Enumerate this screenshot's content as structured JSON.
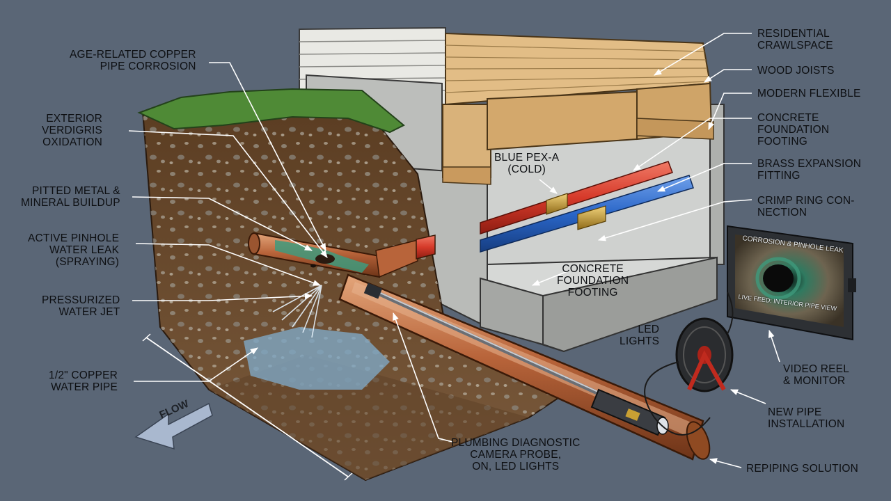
{
  "labels": {
    "age_related": "AGE-RELATED COPPER\nPIPE CORROSION",
    "exterior": "EXTERIOR\nVERDIGRIS\nOXIDATION",
    "pitted": "PITTED METAL &\nMINERAL BUILDUP",
    "active_leak": "ACTIVE PINHOLE\nWATER LEAK\n(SPRAYING)",
    "pressurized": "PRESSURIZED\nWATER JET",
    "copper_pipe": "1/2\" COPPER\nWATER PIPE",
    "flow": "FLOW",
    "residential": "RESIDENTIAL\nCRAWLSPACE",
    "wood_joists": "WOOD JOISTS",
    "modern_flexible": "MODERN FLEXIBLE",
    "concrete_top": "CONCRETE\nFOUNDATION\nFOOTING",
    "brass": "BRASS EXPANSION\nFITTING",
    "crimp": "CRIMP RING CON-\nNECTION",
    "blue_pex": "BLUE PEX-A\n(COLD)",
    "concrete_mid": "CONCRETE\nFOUNDATION\nFOOTING",
    "led_lights": "LED\nLIGHTS",
    "video_reel": "VIDEO REEL\n& MONITOR",
    "new_pipe": "NEW PIPE\nINSTALLATION",
    "repiping": "REPIPING SOLUTION",
    "camera_probe": "PLUMBING DIAGNOSTIC\nCAMERA PROBE,\nON, LED LIGHTS"
  },
  "monitor": {
    "title": "CORROSION & PINHOLE LEAK",
    "feed": "LIVE FEED: INTERIOR PIPE VIEW"
  },
  "colors": {
    "background": "#5a6676",
    "copper": "#b8643a",
    "verdigris": "#3f9a7c",
    "pex_red": "#d63a2a",
    "pex_blue": "#2a66c8",
    "brass": "#c9a033",
    "soil": "#6b4a2e",
    "grass": "#4f8a36",
    "concrete": "#c9cbc9",
    "wood": "#d9b27a"
  }
}
